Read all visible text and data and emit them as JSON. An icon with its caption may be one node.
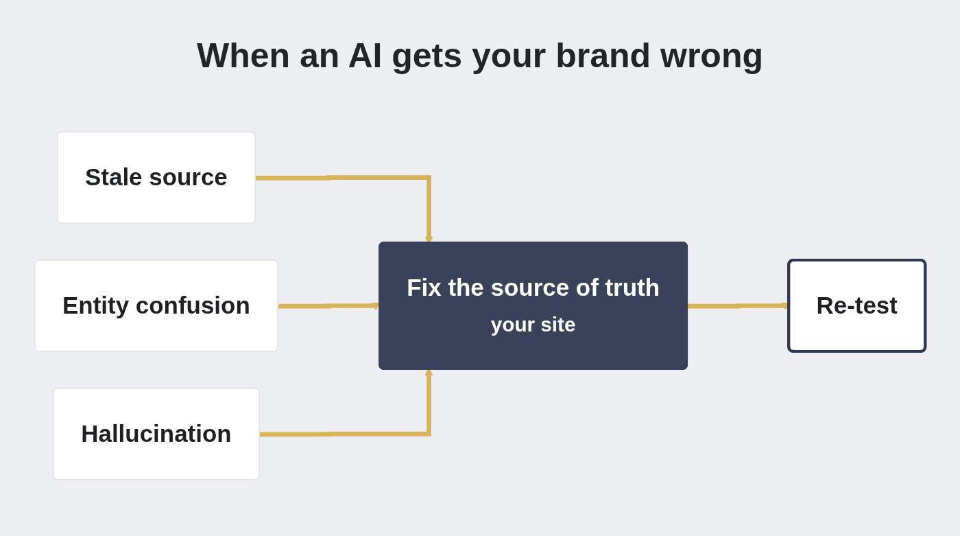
{
  "diagram": {
    "title": "When an AI gets your brand wrong",
    "nodes": [
      {
        "text": [
          "Stale source"
        ]
      },
      {
        "text": [
          "Entity confusion"
        ]
      },
      {
        "text": [
          "Hallucination"
        ]
      },
      {
        "text": [
          "Fix the source of truth",
          "your site"
        ]
      },
      {
        "text": [
          "Re-test"
        ]
      }
    ],
    "edges": [
      {
        "from": 0,
        "to": 3,
        "arrow": "to"
      },
      {
        "from": 1,
        "to": 3,
        "arrow": "to"
      },
      {
        "from": 2,
        "to": 3,
        "arrow": "to"
      },
      {
        "from": 3,
        "to": 4,
        "arrow": "to"
      }
    ]
  }
}
